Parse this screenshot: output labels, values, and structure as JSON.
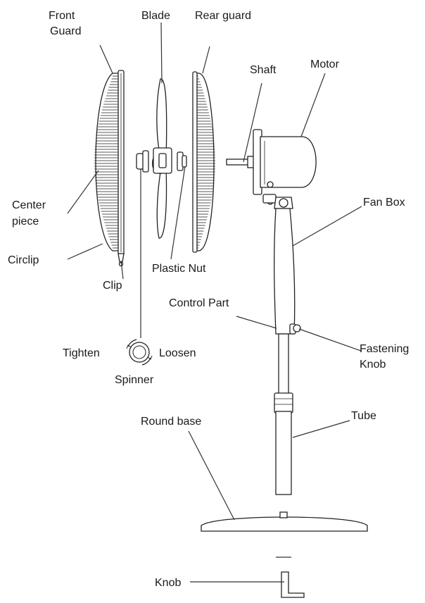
{
  "labels": {
    "front_guard_1": "Front",
    "front_guard_2": "Guard",
    "blade": "Blade",
    "rear_guard": "Rear guard",
    "shaft": "Shaft",
    "motor": "Motor",
    "center_piece_1": "Center",
    "center_piece_2": "piece",
    "fan_box": "Fan Box",
    "circlip": "Circlip",
    "plastic_nut": "Plastic Nut",
    "clip": "Clip",
    "control_part": "Control Part",
    "tighten": "Tighten",
    "loosen": "Loosen",
    "fastening_knob_1": "Fastening",
    "fastening_knob_2": "Knob",
    "spinner": "Spinner",
    "tube": "Tube",
    "round_base": "Round base",
    "knob": "Knob"
  },
  "colors": {
    "ink": "#222222",
    "label": "#1a1a1a"
  }
}
